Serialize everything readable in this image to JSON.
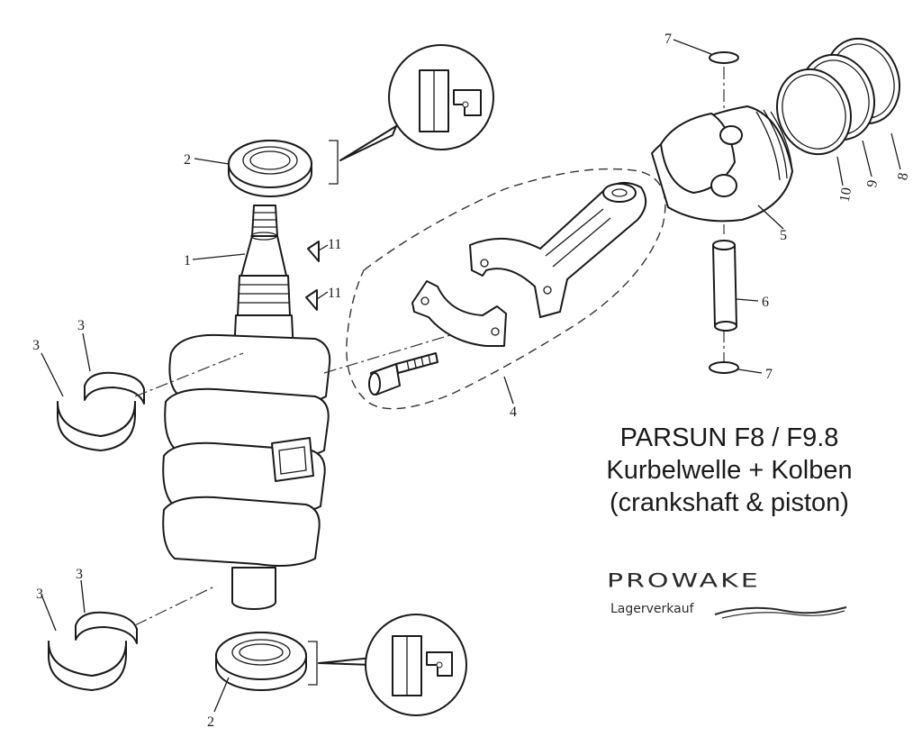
{
  "title": {
    "line1": "PARSUN F8 / F9.8",
    "line2": "Kurbelwelle + Kolben",
    "line3": "(crankshaft & piston)"
  },
  "brand": {
    "name": "PROWAKE",
    "tagline": "Lagerverkauf",
    "color": "#2b2b2b"
  },
  "callouts": {
    "c1": "1",
    "c2_top": "2",
    "c2_bottom": "2",
    "c3_a": "3",
    "c3_b": "3",
    "c3_c": "3",
    "c3_d": "3",
    "c4": "4",
    "c5": "5",
    "c6": "6",
    "c7_top": "7",
    "c7_bottom": "7",
    "c8": "8",
    "c9": "9",
    "c10": "10",
    "c11_a": "11",
    "c11_b": "11"
  }
}
